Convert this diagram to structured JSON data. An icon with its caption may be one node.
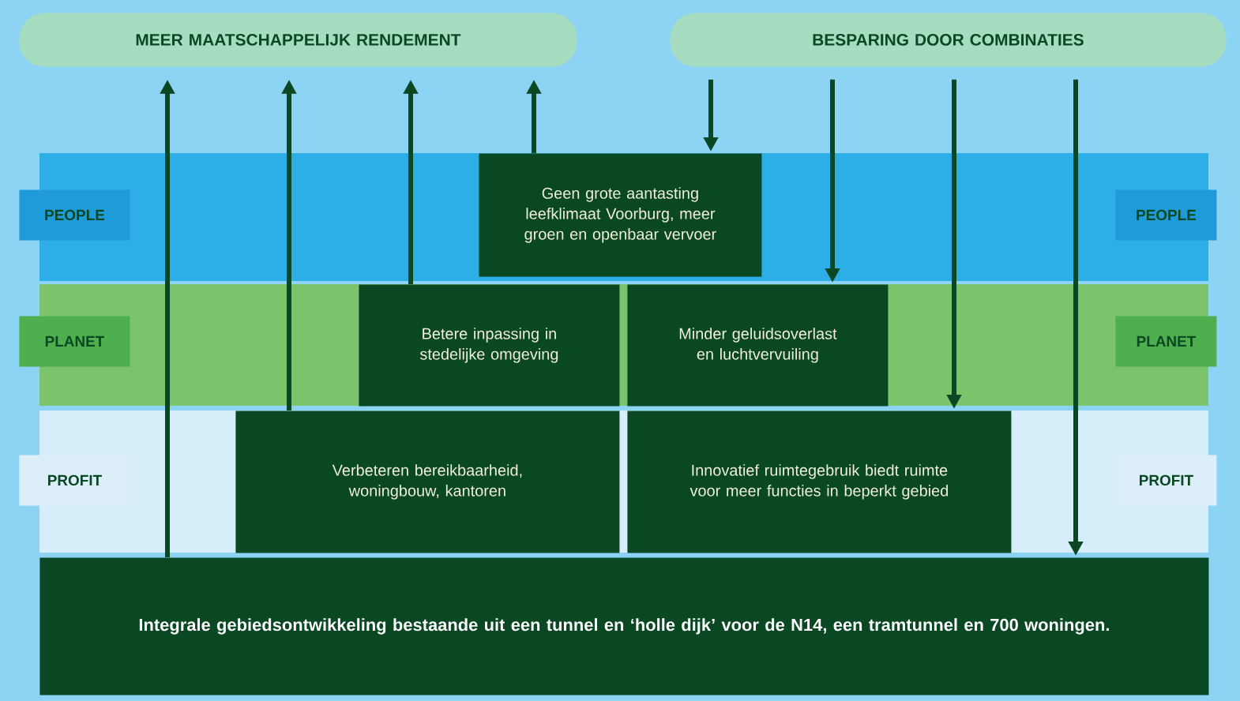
{
  "diagram": {
    "nodes": [
      {
        "text": [
          "MEER MAATSCHAPPELIJK RENDEMENT"
        ]
      },
      {
        "text": [
          "BESPARING DOOR COMBINATIES"
        ]
      },
      {
        "text": [
          "PEOPLE"
        ]
      },
      {
        "text": [
          "PLANET"
        ]
      },
      {
        "text": [
          "PROFIT"
        ]
      },
      {
        "text": [
          "PEOPLE"
        ]
      },
      {
        "text": [
          "PLANET"
        ]
      },
      {
        "text": [
          "PROFIT"
        ]
      },
      {
        "text": [
          "Geen grote aantasting leefklimaat Voorburg, meer groen en openbaar vervoer"
        ]
      },
      {
        "text": [
          "Betere inpassing in stedelijke omgeving"
        ]
      },
      {
        "text": [
          "Minder geluidsoverlast en luchtvervuiling"
        ]
      },
      {
        "text": [
          "Verbeteren bereikbaarheid, woningbouw, kantoren"
        ]
      },
      {
        "text": [
          "Innovatief ruimtegebruik biedt ruimte voor meer functies in beperkt gebied"
        ]
      },
      {
        "text": [
          "Integrale gebiedsontwikkeling bestaande uit een tunnel en ‘holle dijk’ voor de N14, een tramtunnel en 700 woningen."
        ]
      }
    ],
    "edges": [
      {
        "from": 13,
        "to": 0,
        "arrow": "to"
      },
      {
        "from": 11,
        "to": 0,
        "arrow": "to"
      },
      {
        "from": 9,
        "to": 0,
        "arrow": "to"
      },
      {
        "from": 8,
        "to": 0,
        "arrow": "to"
      },
      {
        "from": 1,
        "to": 8,
        "arrow": "to"
      },
      {
        "from": 1,
        "to": 10,
        "arrow": "to"
      },
      {
        "from": 1,
        "to": 12,
        "arrow": "to"
      },
      {
        "from": 1,
        "to": 13,
        "arrow": "to"
      }
    ]
  }
}
